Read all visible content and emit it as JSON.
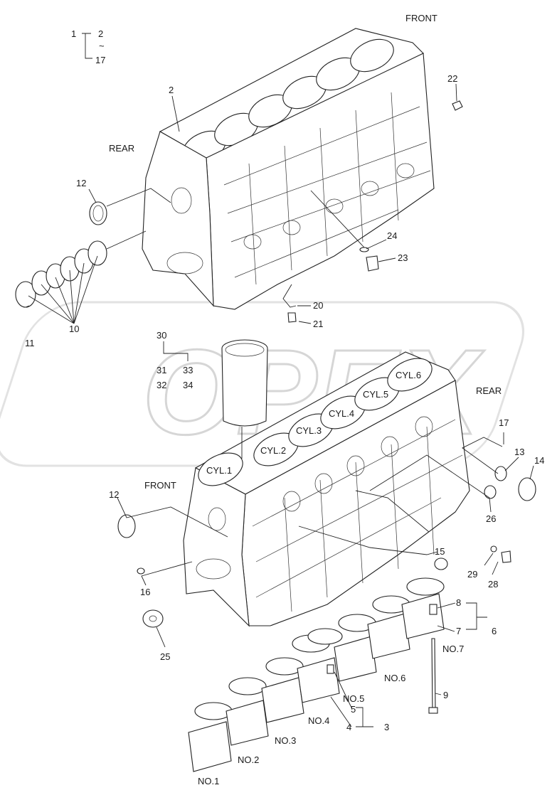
{
  "labels": {
    "front_top": "FRONT",
    "rear_top": "REAR",
    "rear_mid": "REAR",
    "front_mid": "FRONT",
    "watermark": "OPEX",
    "tree_1": "1",
    "tree_2": "2",
    "tree_17": "17",
    "tree_tilde": "~",
    "block_top": "2",
    "p22": "22",
    "p12a": "12",
    "p24": "24",
    "p23": "23",
    "p11": "11",
    "p10": "10",
    "p20": "20",
    "p21": "21",
    "p30": "30",
    "p31": "31",
    "p33": "33",
    "p32": "32",
    "p34": "34",
    "p17": "17",
    "p13": "13",
    "p14": "14",
    "p12b": "12",
    "p26": "26",
    "p15": "15",
    "p29": "29",
    "p28": "28",
    "p16": "16",
    "p25": "25",
    "p8": "8",
    "p7": "7",
    "p6": "6",
    "p9": "9",
    "p5": "5",
    "p4": "4",
    "p3": "3",
    "cyl1": "CYL.1",
    "cyl2": "CYL.2",
    "cyl3": "CYL.3",
    "cyl4": "CYL.4",
    "cyl5": "CYL.5",
    "cyl6": "CYL.6",
    "no1": "NO.1",
    "no2": "NO.2",
    "no3": "NO.3",
    "no4": "NO.4",
    "no5": "NO.5",
    "no6": "NO.6",
    "no7": "NO.7"
  }
}
